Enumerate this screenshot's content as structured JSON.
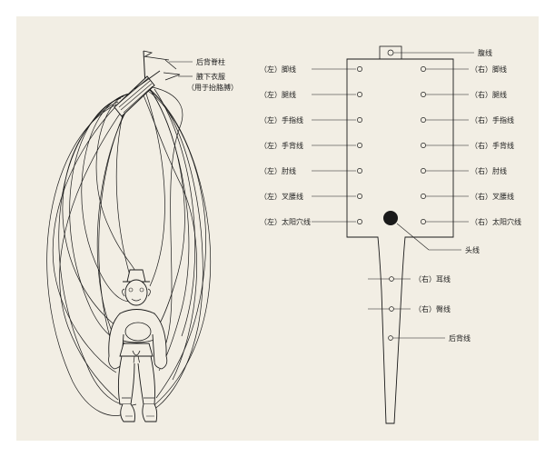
{
  "colors": {
    "page_border": "#ffffff",
    "panel_background": "#f2eee4",
    "ink": "#1a1a1a"
  },
  "puppet": {
    "labels": {
      "back_spine_rod": "后背脊柱",
      "armpit_clothes": "腋下衣服",
      "armpit_clothes_note": "（用于抬胳膊）"
    }
  },
  "control_board": {
    "top_label": "腹线",
    "left_labels": [
      "（左）脚线",
      "（左）腿线",
      "（左）手指线",
      "（左）手背线",
      "（左）肘线",
      "（左）叉腰线",
      "（左）太阳穴线"
    ],
    "right_labels": [
      "（右）脚线",
      "（右）腿线",
      "（右）手指线",
      "（右）手背线",
      "（右）肘线",
      "（右）叉腰线",
      "（右）太阳穴线"
    ],
    "head_label": "头线",
    "handle_labels": [
      "（右）耳线",
      "（右）臀线",
      "后背线"
    ]
  }
}
